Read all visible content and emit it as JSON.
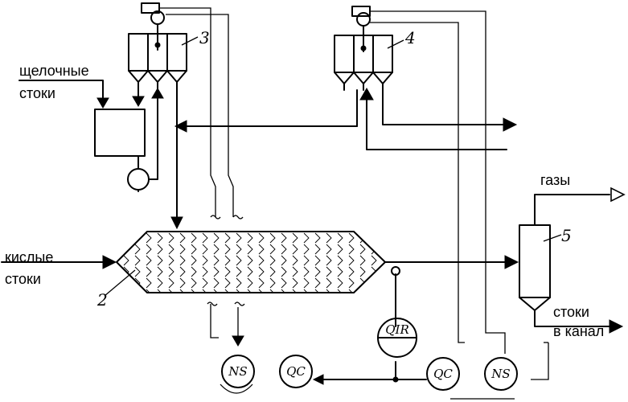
{
  "labels": {
    "alkaline_waste": [
      "щелочные",
      "стоки"
    ],
    "acid_waste": [
      "кислые",
      "стоки"
    ],
    "gases": "газы",
    "outflow": [
      "стоки",
      "в канал"
    ]
  },
  "equipment_numbers": {
    "neutralizer": "2",
    "hopper_left": "3",
    "hopper_right": "4",
    "separator": "5"
  },
  "instruments": {
    "qir": "QIR",
    "ns_left": "NS",
    "qc_left": "QC",
    "qc_right": "QC",
    "ns_right": "NS"
  }
}
